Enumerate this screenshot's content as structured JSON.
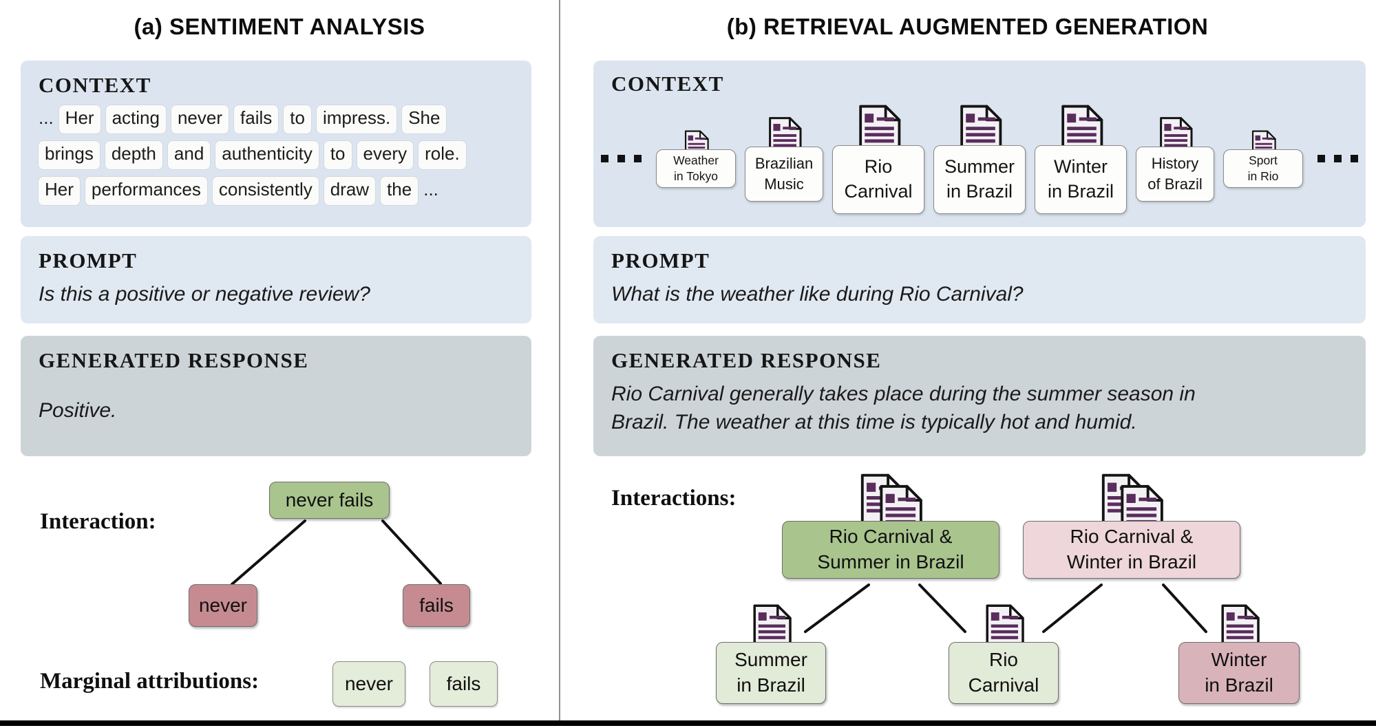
{
  "panel_a": {
    "title": "(a) SENTIMENT ANALYSIS",
    "context": {
      "heading": "CONTEXT",
      "ellipsis_start": "...",
      "ellipsis_end": "...",
      "rows": [
        [
          "Her",
          "acting",
          "never",
          "fails",
          "to",
          "impress.",
          "She"
        ],
        [
          "brings",
          "depth",
          "and",
          "authenticity",
          "to",
          "every",
          "role."
        ],
        [
          "Her",
          "performances",
          "consistently",
          "draw",
          "the"
        ]
      ]
    },
    "prompt": {
      "heading": "PROMPT",
      "text": "Is this a positive or negative review?"
    },
    "response": {
      "heading": "GENERATED RESPONSE",
      "text": "Positive."
    },
    "interaction": {
      "label": "Interaction:",
      "root": "never fails",
      "children": [
        "never",
        "fails"
      ]
    },
    "marginal": {
      "label": "Marginal attributions:",
      "tokens": [
        "never",
        "fails"
      ]
    }
  },
  "panel_b": {
    "title": "(b) RETRIEVAL AUGMENTED GENERATION",
    "context": {
      "heading": "CONTEXT",
      "docs": [
        {
          "line1": "Weather",
          "line2": "in Tokyo",
          "size": "small"
        },
        {
          "line1": "Brazilian",
          "line2": "Music",
          "size": "medium"
        },
        {
          "line1": "Rio",
          "line2": "Carnival",
          "size": "large"
        },
        {
          "line1": "Summer",
          "line2": "in Brazil",
          "size": "large"
        },
        {
          "line1": "Winter",
          "line2": "in Brazil",
          "size": "large"
        },
        {
          "line1": "History",
          "line2": "of Brazil",
          "size": "medium"
        },
        {
          "line1": "Sport",
          "line2": "in Rio",
          "size": "small"
        }
      ]
    },
    "prompt": {
      "heading": "PROMPT",
      "text": "What is the weather like during Rio Carnival?"
    },
    "response": {
      "heading": "GENERATED RESPONSE",
      "line1": "Rio Carnival generally takes place during the summer season in",
      "line2": "Brazil.  The weather at this time is typically hot and humid."
    },
    "interactions": {
      "label": "Interactions:",
      "parents": [
        {
          "line1": "Rio Carnival &",
          "line2": "Summer in Brazil",
          "tone": "green"
        },
        {
          "line1": "Rio Carnival &",
          "line2": "Winter in Brazil",
          "tone": "pink"
        }
      ],
      "children": [
        {
          "line1": "Summer",
          "line2": "in Brazil",
          "tone": "lightgreen"
        },
        {
          "line1": "Rio",
          "line2": "Carnival",
          "tone": "lightgreen"
        },
        {
          "line1": "Winter",
          "line2": "in Brazil",
          "tone": "rose"
        }
      ]
    }
  },
  "colors": {
    "context_box": "#dce5ef",
    "prompt_box": "#e0e8f1",
    "response_box": "#cdd4d7",
    "token_chip": "#fbfbf9",
    "interaction_green": "#a9c48d",
    "interaction_rose": "#c58b91",
    "marginal_green": "#e4ecda",
    "pair_pink": "#eed6da",
    "child_rose": "#d9b3ba",
    "child_green": "#e2ead8",
    "doc_purple": "#5a2d5d"
  }
}
